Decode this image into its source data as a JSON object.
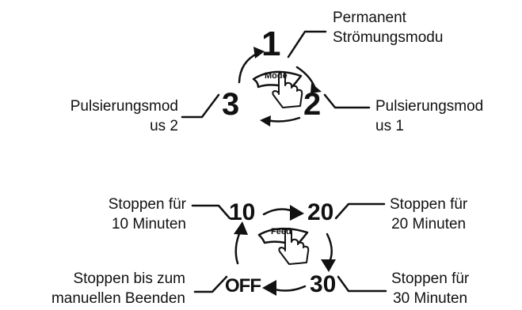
{
  "mode_diagram": {
    "button_label": "Mode",
    "numbers": {
      "one": "1",
      "two": "2",
      "three": "3"
    },
    "label_1": [
      "Permanent",
      "Strömungsmodu"
    ],
    "label_2": [
      "Pulsierungsmod",
      "us 1"
    ],
    "label_3": [
      "Pulsierungsmod",
      "us 2"
    ]
  },
  "feed_diagram": {
    "button_label": "Feed",
    "numbers": {
      "ten": "10",
      "twenty": "20",
      "thirty": "30",
      "off": "OFF"
    },
    "label_10": [
      "Stoppen für",
      "10 Minuten"
    ],
    "label_20": [
      "Stoppen für",
      "20 Minuten"
    ],
    "label_30": [
      "Stoppen für",
      "30 Minuten"
    ],
    "label_off": [
      "Stoppen bis zum",
      "manuellen Beenden"
    ]
  }
}
